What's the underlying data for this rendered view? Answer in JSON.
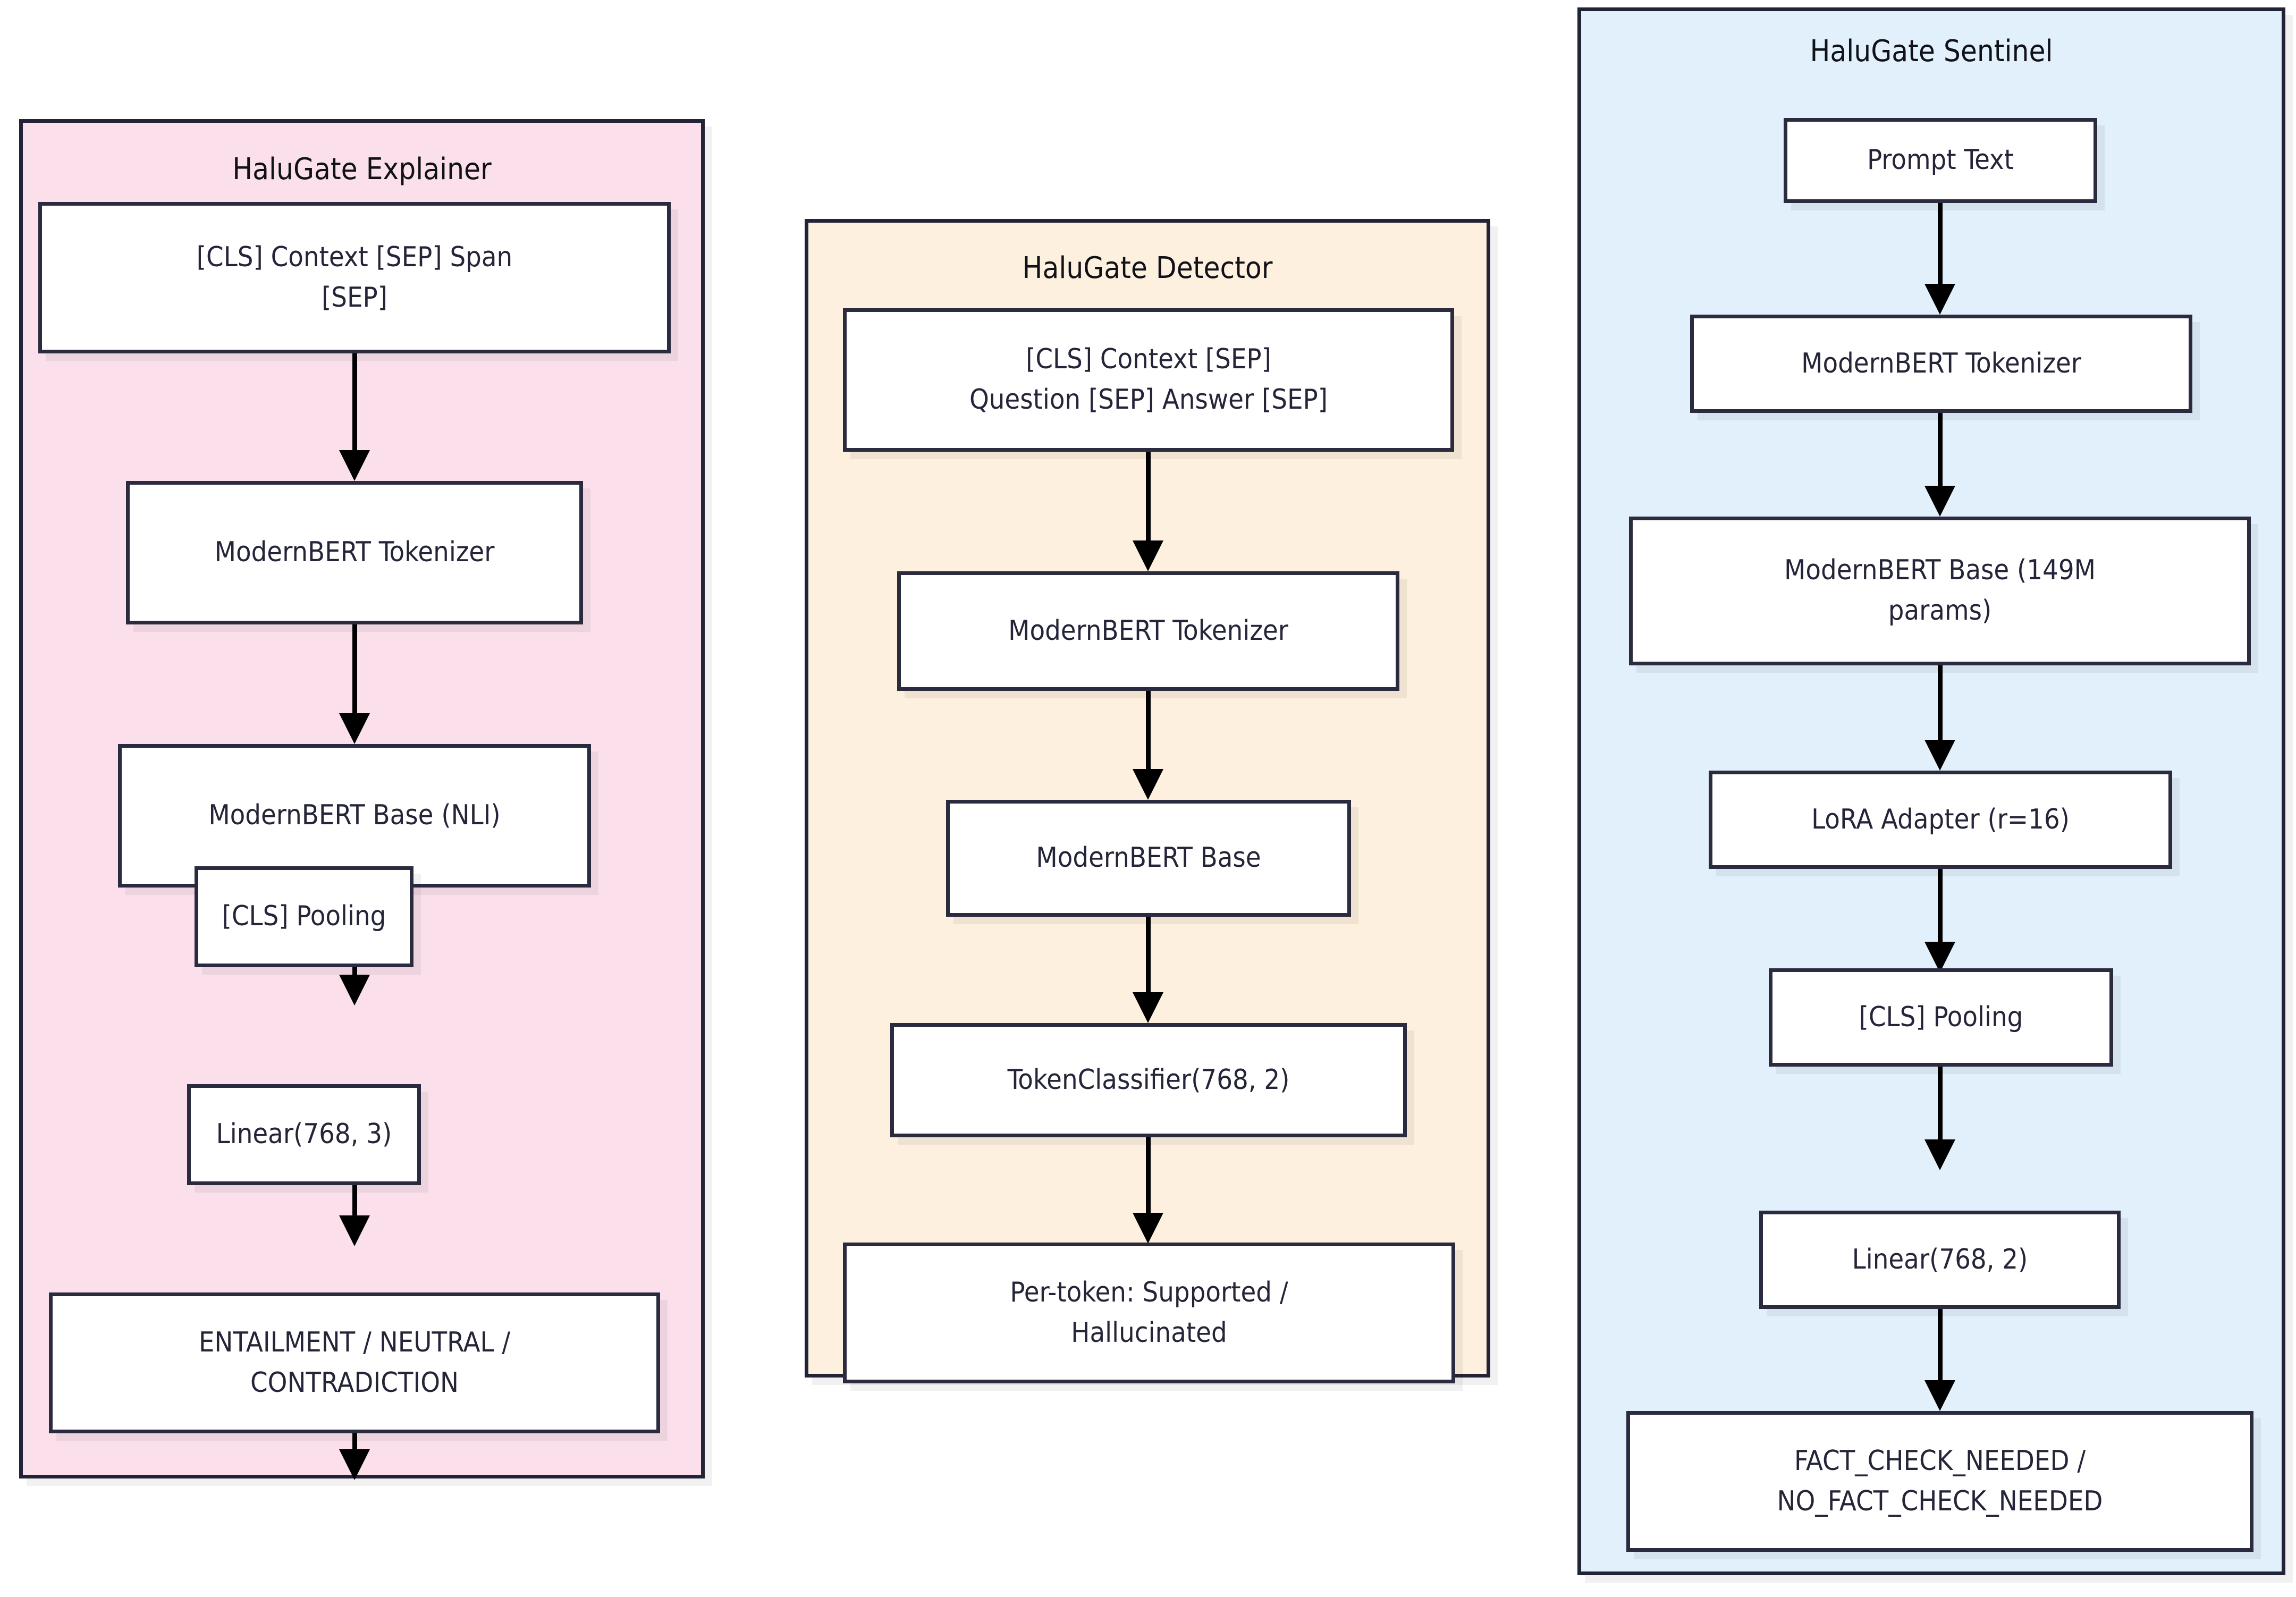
{
  "diagram": {
    "kind": "flowchart",
    "background": "#ffffff",
    "border_color": "#232337",
    "node_border_color": "#2b2b40",
    "node_fill": "#ffffff",
    "arrow_color": "#000000"
  },
  "panels": [
    {
      "id": "explainer",
      "title": "HaluGate Explainer",
      "fill": "#fbe0eb",
      "nodes": [
        {
          "id": "exp-input",
          "label": "[CLS] Context [SEP] Span\n[SEP]"
        },
        {
          "id": "exp-tokenizer",
          "label": "ModernBERT Tokenizer"
        },
        {
          "id": "exp-base",
          "label": "ModernBERT Base (NLI)"
        },
        {
          "id": "exp-pooling",
          "label": "[CLS] Pooling"
        },
        {
          "id": "exp-linear",
          "label": "Linear(768, 3)"
        },
        {
          "id": "exp-output",
          "label": "ENTAILMENT / NEUTRAL /\nCONTRADICTION"
        }
      ],
      "edges": [
        {
          "from": "exp-input",
          "to": "exp-tokenizer"
        },
        {
          "from": "exp-tokenizer",
          "to": "exp-base"
        },
        {
          "from": "exp-base",
          "to": "exp-pooling"
        },
        {
          "from": "exp-pooling",
          "to": "exp-linear"
        },
        {
          "from": "exp-linear",
          "to": "exp-output"
        }
      ]
    },
    {
      "id": "detector",
      "title": "HaluGate Detector",
      "fill": "#fdf0de",
      "nodes": [
        {
          "id": "det-input",
          "label": "[CLS] Context [SEP]\nQuestion [SEP] Answer [SEP]"
        },
        {
          "id": "det-tokenizer",
          "label": "ModernBERT Tokenizer"
        },
        {
          "id": "det-base",
          "label": "ModernBERT Base"
        },
        {
          "id": "det-classifier",
          "label": "TokenClassifier(768, 2)"
        },
        {
          "id": "det-output",
          "label": "Per-token: Supported /\nHallucinated"
        }
      ],
      "edges": [
        {
          "from": "det-input",
          "to": "det-tokenizer"
        },
        {
          "from": "det-tokenizer",
          "to": "det-base"
        },
        {
          "from": "det-base",
          "to": "det-classifier"
        },
        {
          "from": "det-classifier",
          "to": "det-output"
        }
      ]
    },
    {
      "id": "sentinel",
      "title": "HaluGate Sentinel",
      "fill": "#e1f0fb",
      "nodes": [
        {
          "id": "sen-prompt",
          "label": "Prompt Text"
        },
        {
          "id": "sen-tokenizer",
          "label": "ModernBERT Tokenizer"
        },
        {
          "id": "sen-base",
          "label": "ModernBERT Base (149M\nparams)"
        },
        {
          "id": "sen-lora",
          "label": "LoRA Adapter (r=16)"
        },
        {
          "id": "sen-pooling",
          "label": "[CLS] Pooling"
        },
        {
          "id": "sen-linear",
          "label": "Linear(768, 2)"
        },
        {
          "id": "sen-output",
          "label": "FACT_CHECK_NEEDED /\nNO_FACT_CHECK_NEEDED"
        }
      ],
      "edges": [
        {
          "from": "sen-prompt",
          "to": "sen-tokenizer"
        },
        {
          "from": "sen-tokenizer",
          "to": "sen-base"
        },
        {
          "from": "sen-base",
          "to": "sen-lora"
        },
        {
          "from": "sen-lora",
          "to": "sen-pooling"
        },
        {
          "from": "sen-pooling",
          "to": "sen-linear"
        },
        {
          "from": "sen-linear",
          "to": "sen-output"
        }
      ]
    }
  ]
}
